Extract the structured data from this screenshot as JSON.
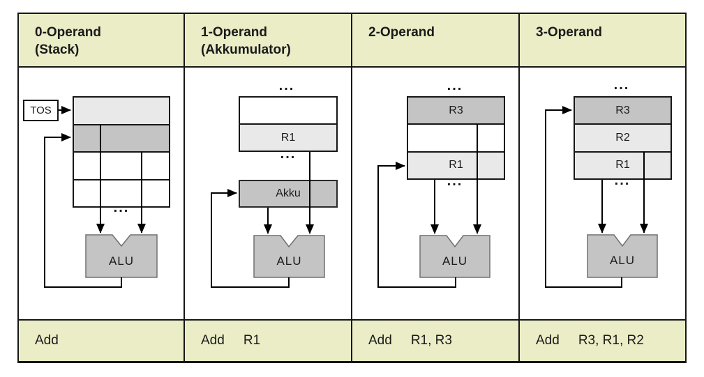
{
  "colors": {
    "band_background": "#eaedc6",
    "register_light": "#e9e9e9",
    "register_medium": "#c4c4c4",
    "alu_fill": "#c4c4c4",
    "alu_border": "#707070",
    "line": "#000000",
    "text": "#1a1a1a"
  },
  "columns": [
    {
      "header_line1": "0-Operand",
      "header_line2": "(Stack)",
      "tos_label": "TOS",
      "stack_cells": [
        {
          "label": "",
          "shade": "light"
        },
        {
          "label": "",
          "shade": "mid"
        },
        {
          "label": "",
          "shade": "white"
        },
        {
          "label": "",
          "shade": "white"
        }
      ],
      "dots_below": "...",
      "alu_label": "ALU",
      "instruction_mnemonic": "Add",
      "instruction_operands": ""
    },
    {
      "header_line1": "1-Operand",
      "header_line2": "(Akkumulator)",
      "dots_above": "...",
      "register_cells": [
        {
          "label": "",
          "shade": "white"
        },
        {
          "label": "R1",
          "shade": "light"
        }
      ],
      "dots_below": "...",
      "accumulator_label": "Akku",
      "alu_label": "ALU",
      "instruction_mnemonic": "Add",
      "instruction_operands": "R1"
    },
    {
      "header_line1": "2-Operand",
      "header_line2": "",
      "dots_above": "...",
      "register_cells": [
        {
          "label": "R3",
          "shade": "mid"
        },
        {
          "label": "",
          "shade": "white"
        },
        {
          "label": "R1",
          "shade": "light"
        }
      ],
      "dots_below": "...",
      "alu_label": "ALU",
      "instruction_mnemonic": "Add",
      "instruction_operands": "R1, R3"
    },
    {
      "header_line1": "3-Operand",
      "header_line2": "",
      "dots_above": "...",
      "register_cells": [
        {
          "label": "R3",
          "shade": "mid"
        },
        {
          "label": "R2",
          "shade": "light"
        },
        {
          "label": "R1",
          "shade": "light"
        }
      ],
      "dots_below": "...",
      "alu_label": "ALU",
      "instruction_mnemonic": "Add",
      "instruction_operands": "R3, R1, R2"
    }
  ]
}
